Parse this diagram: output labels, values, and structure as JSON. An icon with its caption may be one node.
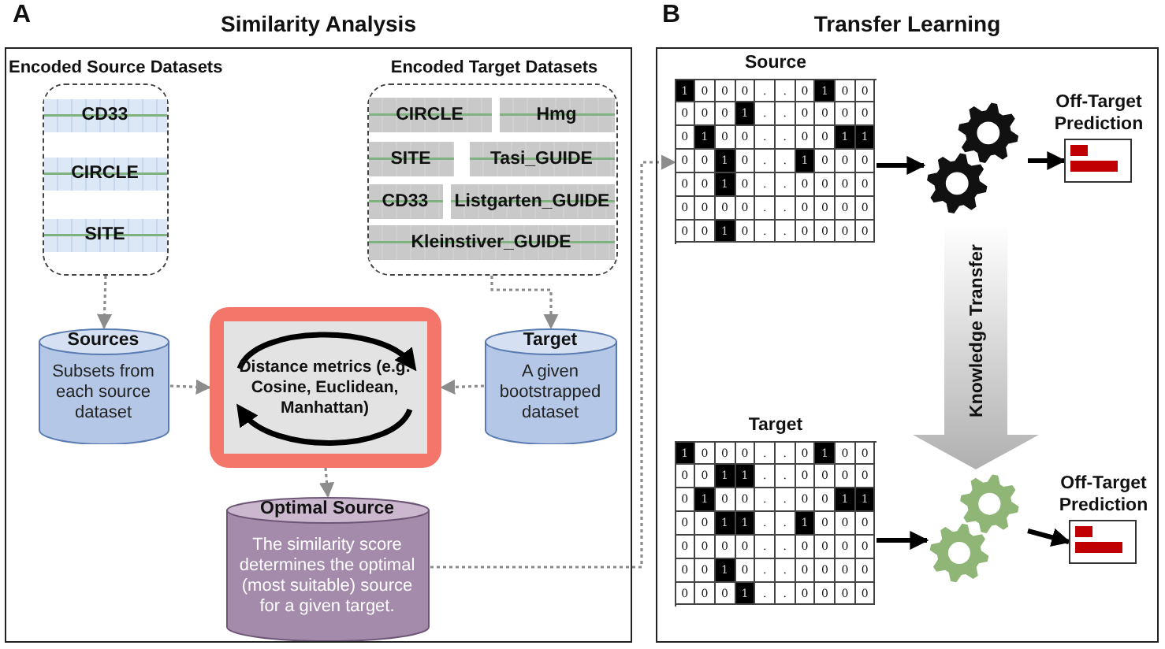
{
  "diagram": {
    "nodes": [
      {
        "text": [
          "Similarity Analysis"
        ]
      },
      {
        "text": [
          "Encoded Source Datasets"
        ],
        "in": 0
      },
      {
        "text": [
          "CD33"
        ],
        "in": 1
      },
      {
        "text": [
          "CIRCLE"
        ],
        "in": 1
      },
      {
        "text": [
          "SITE"
        ],
        "in": 1
      },
      {
        "text": [
          "Encoded Target Datasets"
        ],
        "in": 0
      },
      {
        "text": [
          "CIRCLE"
        ],
        "in": 5
      },
      {
        "text": [
          "Hmg"
        ],
        "in": 5
      },
      {
        "text": [
          "SITE"
        ],
        "in": 5
      },
      {
        "text": [
          "Tasi_GUIDE"
        ],
        "in": 5
      },
      {
        "text": [
          "CD33"
        ],
        "in": 5
      },
      {
        "text": [
          "Listgarten_GUIDE"
        ],
        "in": 5
      },
      {
        "text": [
          "Kleinstiver_GUIDE"
        ],
        "in": 5
      },
      {
        "text": [
          "Sources",
          "Subsets from each source dataset"
        ],
        "in": 0
      },
      {
        "text": [
          "Distance metrics (e.g. Cosine, Euclidean, Manhattan)"
        ],
        "in": 0
      },
      {
        "text": [
          "Target",
          "A given bootstrapped dataset"
        ],
        "in": 0
      },
      {
        "text": [
          "Optimal Source",
          "The similarity score determines the optimal (most suitable) source for a given target."
        ],
        "in": 0
      },
      {
        "text": [
          "Transfer Learning"
        ]
      },
      {
        "text": [
          "Source"
        ],
        "in": 17
      },
      {
        "text": [],
        "shape": "gear",
        "in": 17
      },
      {
        "text": [
          "Off-Target Prediction"
        ],
        "in": 17
      },
      {
        "text": [
          "Target"
        ],
        "in": 17
      },
      {
        "text": [],
        "shape": "gear",
        "in": 17
      },
      {
        "text": [
          "Off-Target Prediction"
        ],
        "in": 17
      }
    ],
    "edges": [
      {
        "from": 1,
        "to": 13,
        "arrow": "to",
        "style": "dashed"
      },
      {
        "from": 5,
        "to": 15,
        "arrow": "to",
        "style": "dashed"
      },
      {
        "from": 13,
        "to": 14,
        "arrow": "to",
        "style": "dashed"
      },
      {
        "from": 15,
        "to": 14,
        "arrow": "to",
        "style": "dashed"
      },
      {
        "from": 14,
        "to": 16,
        "arrow": "to",
        "style": "dashed"
      },
      {
        "from": 16,
        "to": 18,
        "arrow": "to",
        "style": "dashed"
      },
      {
        "from": 18,
        "to": 19,
        "arrow": "to",
        "color": "#000000"
      },
      {
        "from": 19,
        "to": 20,
        "arrow": "to",
        "color": "#000000"
      },
      {
        "from": 19,
        "to": 22,
        "arrow": "to",
        "label": "Knowledge Transfer",
        "style": "thick",
        "color": "#b0b0b0"
      },
      {
        "from": 21,
        "to": 22,
        "arrow": "to",
        "color": "#000000"
      },
      {
        "from": 22,
        "to": 23,
        "arrow": "to",
        "color": "#000000"
      }
    ],
    "labels": [
      "A",
      "B",
      "1",
      "0",
      "0",
      "0",
      ".",
      ".",
      "0",
      "1",
      "0",
      "0",
      "0",
      "0",
      "0",
      "1",
      ".",
      ".",
      "0",
      "0",
      "0",
      "0",
      "0",
      "1",
      "0",
      "0",
      ".",
      ".",
      "0",
      "0",
      "1",
      "1",
      "0",
      "0",
      "1",
      "0",
      ".",
      ".",
      "1",
      "0",
      "0",
      "0",
      "0",
      "0",
      "1",
      "0",
      ".",
      ".",
      "0",
      "0",
      "0",
      "0",
      "0",
      "0",
      "0",
      "0",
      ".",
      ".",
      "0",
      "0",
      "0",
      "0",
      "0",
      "0",
      "1",
      "0",
      ".",
      ".",
      "0",
      "0",
      "0",
      "0",
      "1",
      "0",
      "0",
      "0",
      ".",
      ".",
      "0",
      "1",
      "0",
      "0",
      "0",
      "0",
      "1",
      "1",
      ".",
      ".",
      "0",
      "0",
      "0",
      "0",
      "0",
      "1",
      "0",
      "0",
      ".",
      ".",
      "0",
      "0",
      "1",
      "1",
      "0",
      "0",
      "1",
      "1",
      ".",
      ".",
      "1",
      "0",
      "0",
      "0",
      "0",
      "0",
      "0",
      "0",
      ".",
      ".",
      "0",
      "0",
      "0",
      "0",
      "0",
      "0",
      "1",
      "0",
      ".",
      ".",
      "0",
      "0",
      "0",
      "0",
      "0",
      "0",
      "0",
      "1",
      ".",
      ".",
      "0",
      "0",
      "0",
      "0"
    ]
  }
}
